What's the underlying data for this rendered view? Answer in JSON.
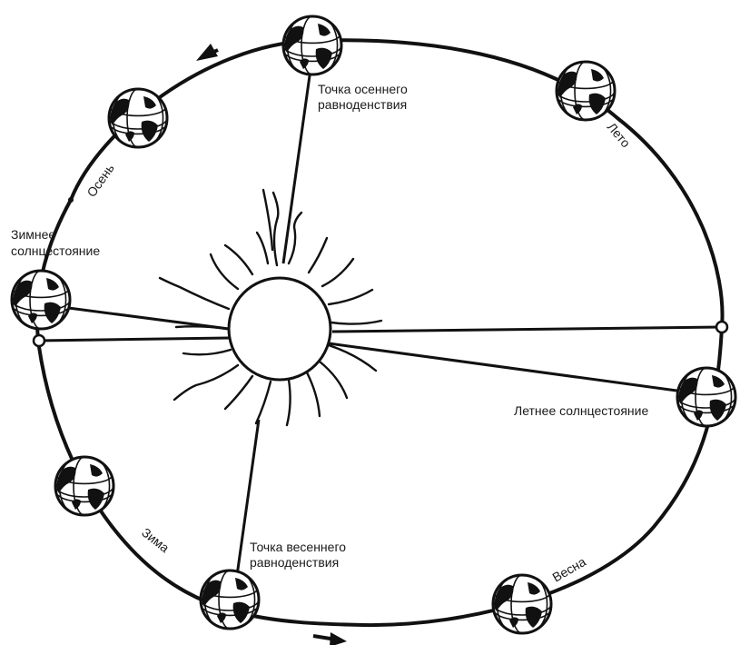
{
  "labels": {
    "autumn_equinox_line1": "Точка осеннего",
    "autumn_equinox_line2": "равноденствия",
    "winter_solstice_line1": "Зимнее",
    "winter_solstice_line2": "солнцестояние",
    "summer_solstice": "Летнее солнцестояние",
    "spring_equinox_line1": "Точка весеннего",
    "spring_equinox_line2": "равноденствия",
    "season_autumn": "Осень",
    "season_summer": "Лето",
    "season_winter": "Зима",
    "season_spring": "Весна"
  },
  "colors": {
    "ink": "#111111",
    "paper": "#ffffff"
  }
}
